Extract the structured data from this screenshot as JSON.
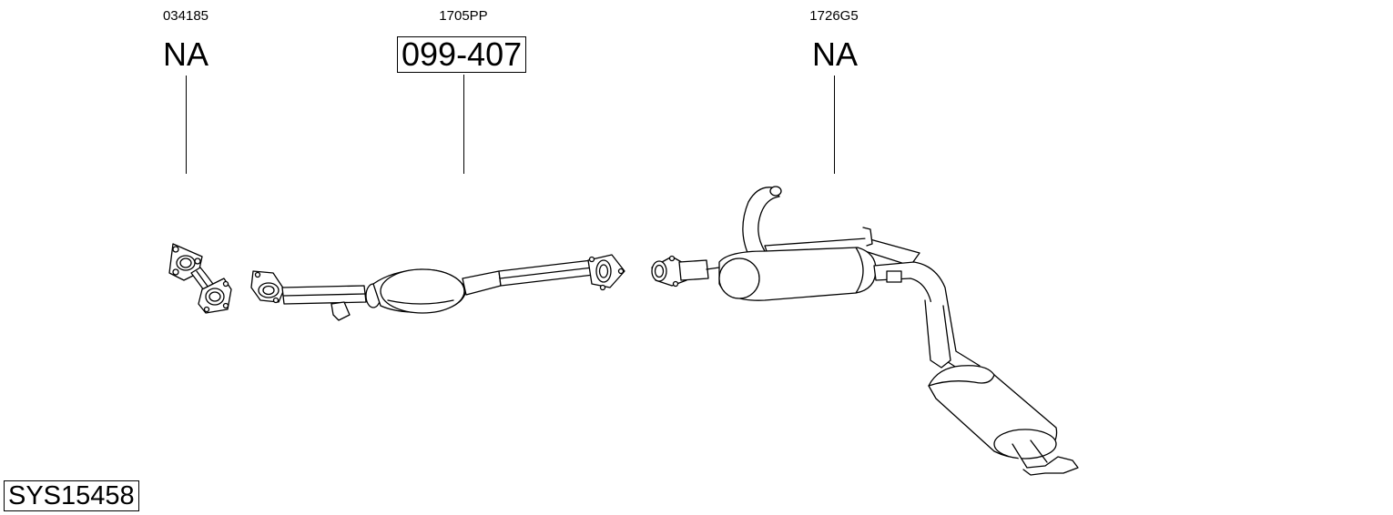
{
  "parts": [
    {
      "ref": "034185",
      "code": "NA",
      "boxed": false
    },
    {
      "ref": "1705PP",
      "code": "099-407",
      "boxed": true
    },
    {
      "ref": "1726G5",
      "code": "NA",
      "boxed": false
    }
  ],
  "system_id": "SYS15458",
  "colors": {
    "line": "#000000",
    "background": "#ffffff"
  }
}
